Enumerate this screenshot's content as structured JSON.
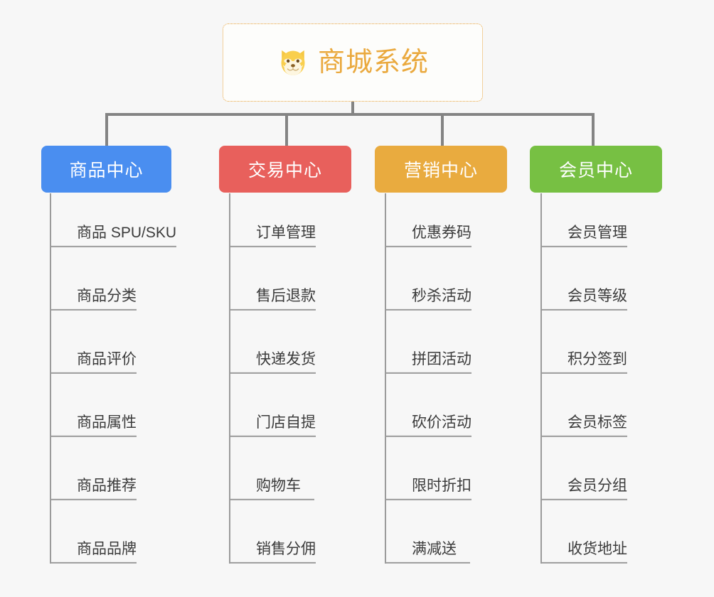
{
  "background_color": "#f7f7f7",
  "root": {
    "title": "商城系统",
    "icon": "dog-face-icon",
    "text_color": "#eaa93e",
    "border_color": "#e8a33d"
  },
  "columns": [
    {
      "id": "product-center",
      "label": "商品中心",
      "color": "#4a8ef0",
      "items": [
        "商品 SPU/SKU",
        "商品分类",
        "商品评价",
        "商品属性",
        "商品推荐",
        "商品品牌"
      ]
    },
    {
      "id": "trade-center",
      "label": "交易中心",
      "color": "#e8605c",
      "items": [
        "订单管理",
        "售后退款",
        "快递发货",
        "门店自提",
        "购物车",
        "销售分佣"
      ]
    },
    {
      "id": "marketing-center",
      "label": "营销中心",
      "color": "#e9ab3f",
      "items": [
        "优惠券码",
        "秒杀活动",
        "拼团活动",
        "砍价活动",
        "限时折扣",
        "满减送"
      ]
    },
    {
      "id": "member-center",
      "label": "会员中心",
      "color": "#77c043",
      "items": [
        "会员管理",
        "会员等级",
        "积分签到",
        "会员标签",
        "会员分组",
        "收货地址"
      ]
    }
  ],
  "connector_color": "#848484",
  "leaf_line_color": "#9b9b9b"
}
